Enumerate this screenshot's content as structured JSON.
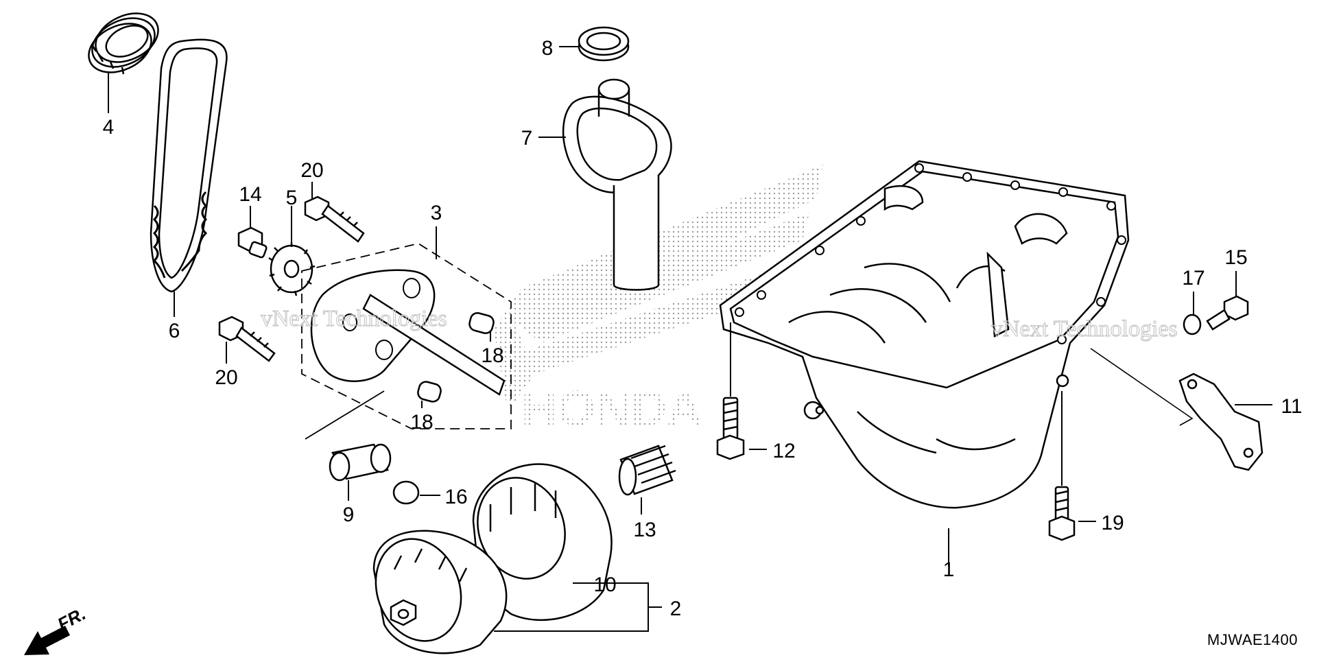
{
  "diagram": {
    "code": "MJWAE1400",
    "front_marker": "FR.",
    "brand_watermark": "HONDA",
    "watermark_text": [
      "vNext Technologies",
      "vNext Technologies"
    ],
    "callouts": [
      "1",
      "2",
      "3",
      "4",
      "5",
      "6",
      "7",
      "8",
      "9",
      "10",
      "11",
      "12",
      "13",
      "14",
      "15",
      "16",
      "17",
      "18",
      "18",
      "19",
      "20",
      "20"
    ]
  }
}
